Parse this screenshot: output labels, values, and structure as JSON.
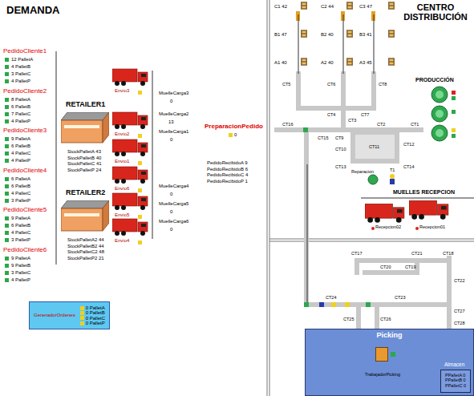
{
  "diagram": {
    "nodes": [
      {
        "text": [
          "GeneradorOrdenes",
          "0 PalletA",
          "0 PalletB",
          "0 PalletC",
          "0 PalletP"
        ]
      },
      {
        "text": [
          "Picking",
          "TrabajadorPicking"
        ]
      },
      {
        "text": [
          "Almacen",
          "PPalletA 0",
          "PPalletB 0",
          "PPalletC 0"
        ],
        "in": 1
      }
    ],
    "labels": [
      "DEMANDA",
      "CENTRO DISTRIBUCIÓN",
      "PedidoCliente1",
      "12 PalletA",
      "4 PalletB",
      "3 PalletC",
      "4 PalletP",
      "PedidoCliente2",
      "8 PalletA",
      "6 PalletB",
      "7 PalletC",
      "4 PalletP",
      "PedidoCliente3",
      "9 PalletA",
      "6 PalletB",
      "4 PalletC",
      "4 PalletP",
      "PedidoCliente4",
      "6 PalletA",
      "6 PalletB",
      "4 PalletC",
      "3 PalletP",
      "PedidoCliente5",
      "9 PalletA",
      "6 PalletB",
      "4 PalletC",
      "3 PalletP",
      "PedidoCliente6",
      "9 PalletA",
      "9 PalletB",
      "3 PalletC",
      "4 PalletP",
      "RETAILER1",
      "StockPalletA 43",
      "StockPalletB 40",
      "StockPalletC 41",
      "StockPalletP 24",
      "RETAILER2",
      "StockPalletA2 44",
      "StockPalletB2 44",
      "StockPalletC2 48",
      "StockPalletP2 21",
      "Envio3",
      "Envio2",
      "Envio1",
      "Envio6",
      "Envio5",
      "Envio4",
      "MuelleCarga3",
      "0",
      "MuelleCarga2",
      "13",
      "MuelleCarga1",
      "0",
      "MuelleCarga4",
      "0",
      "MuelleCarga5",
      "0",
      "MuelleCarga6",
      "0",
      "PreparacionPedido",
      "0",
      "PedidoRecibidoA 9",
      "PedidoRecibidoB 6",
      "PedidoRecibidoC 4",
      "PedidoRecibidoP 1",
      "C1 42",
      "C2 44",
      "C3 47",
      "B1 47",
      "B2 40",
      "B3 41",
      "A1 40",
      "A2 40",
      "A3 45",
      "CT5",
      "CT6",
      "CT8",
      "CT4",
      "CT7",
      "CT3",
      "CT16",
      "CT2",
      "CT1",
      "CT15",
      "CT9",
      "CT10",
      "CT11",
      "CT12",
      "CT13",
      "CT14",
      "PRODUCCIÓN",
      "Reparacion",
      "T1",
      "MUELLES RECEPCION",
      "Recepcion02",
      "Recepcion01",
      "CT17",
      "CT21",
      "CT18",
      "CT20",
      "CT19",
      "CT22",
      "CT24",
      "CT23",
      "CT27",
      "CT25",
      "CT26",
      "CT28"
    ]
  }
}
